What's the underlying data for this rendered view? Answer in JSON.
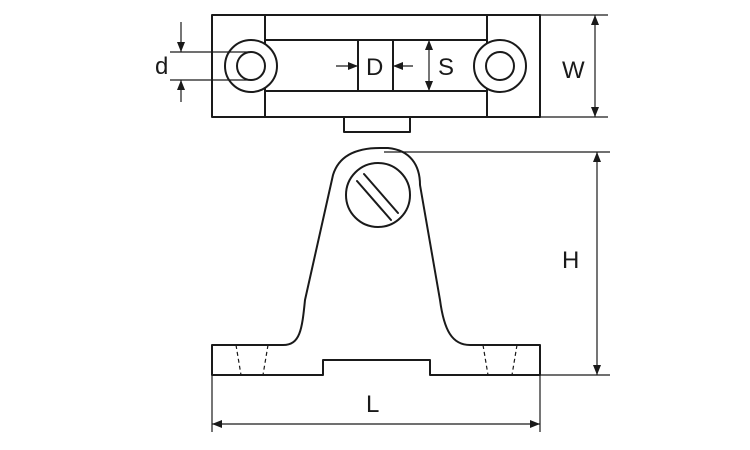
{
  "dimension_labels": {
    "d": "d",
    "D": "D",
    "S": "S",
    "W": "W",
    "H": "H",
    "L": "L"
  },
  "colors": {
    "line": "#1a1a1a",
    "background": "#ffffff"
  }
}
